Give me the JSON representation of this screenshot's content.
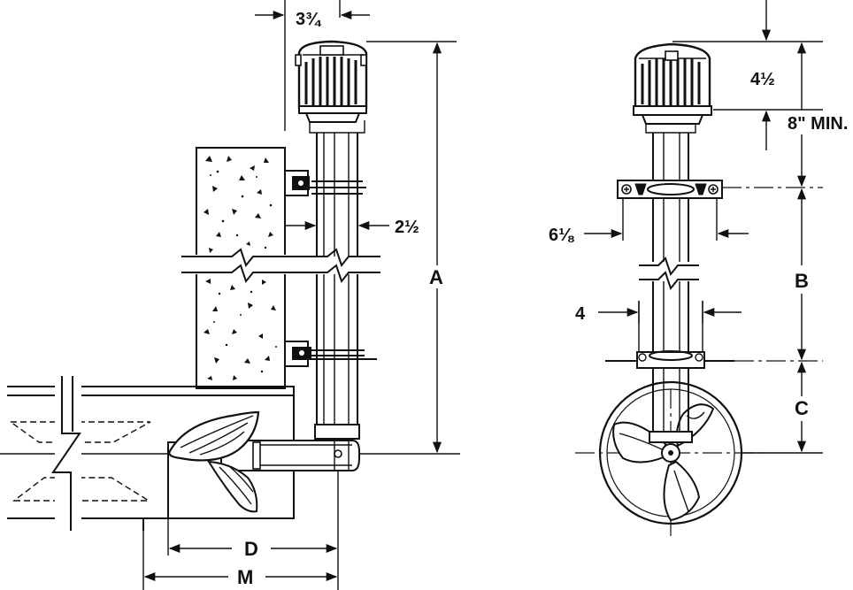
{
  "side_view": {
    "dim_top_width": "3¾",
    "dim_pipe_width": "2½",
    "dim_height": "A",
    "dim_d": "D",
    "dim_m": "M"
  },
  "front_view": {
    "dim_cap_height": "4½",
    "dim_min_clearance": "8\" MIN.",
    "dim_bracket_width": "6⅛",
    "dim_pipe_width": "4",
    "dim_b": "B",
    "dim_c": "C"
  }
}
